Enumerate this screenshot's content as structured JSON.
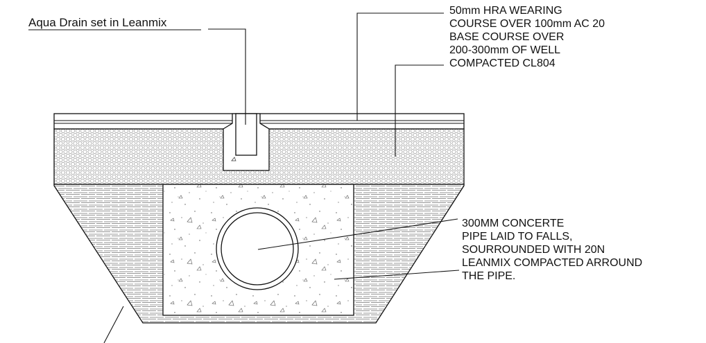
{
  "drawing": {
    "colors": {
      "line": "#111111",
      "hatch": "#9a9a9a",
      "background": "#ffffff"
    },
    "labels": {
      "aqua_drain": "Aqua Drain set in Leanmix",
      "pavement": [
        "50mm HRA WEARING",
        "COURSE OVER 100mm AC 20",
        "BASE COURSE OVER",
        "200-300mm OF WELL",
        "COMPACTED CL804"
      ],
      "pipe": [
        "300MM CONCERTE",
        "PIPE LAID TO FALLS,",
        "SOURROUNDED WITH 20N",
        "LEANMIX COMPACTED ARROUND",
        "THE PIPE."
      ]
    }
  }
}
